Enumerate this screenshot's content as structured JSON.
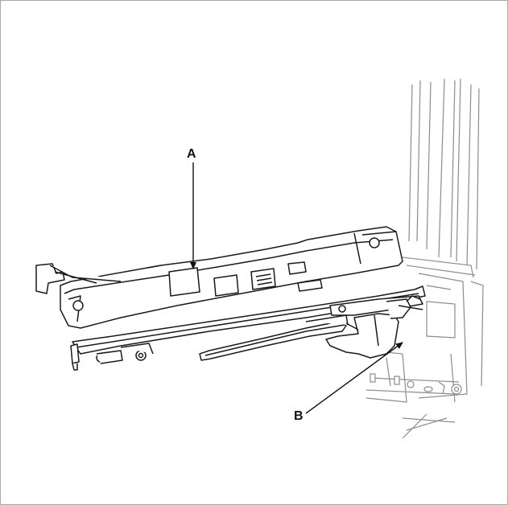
{
  "figure": {
    "callouts": [
      {
        "id": "A",
        "text": "A"
      },
      {
        "id": "B",
        "text": "B"
      }
    ],
    "colors": {
      "stroke": "#1a1a1a",
      "background_stroke": "#8c8c8c",
      "frame": "#a8a8a8"
    }
  }
}
